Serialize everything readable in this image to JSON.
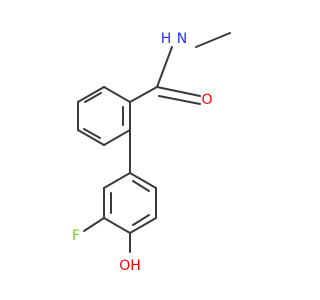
{
  "molecule": {
    "atoms": {
      "n_label": "N",
      "h_label": "H",
      "o_carbonyl": "O",
      "f_label": "F",
      "oh_label": "OH"
    },
    "colors": {
      "bond": "#3a3a3a",
      "nitrogen": "#2233ff",
      "oxygen": "#ff0000",
      "fluorine": "#7fcf2f"
    }
  }
}
